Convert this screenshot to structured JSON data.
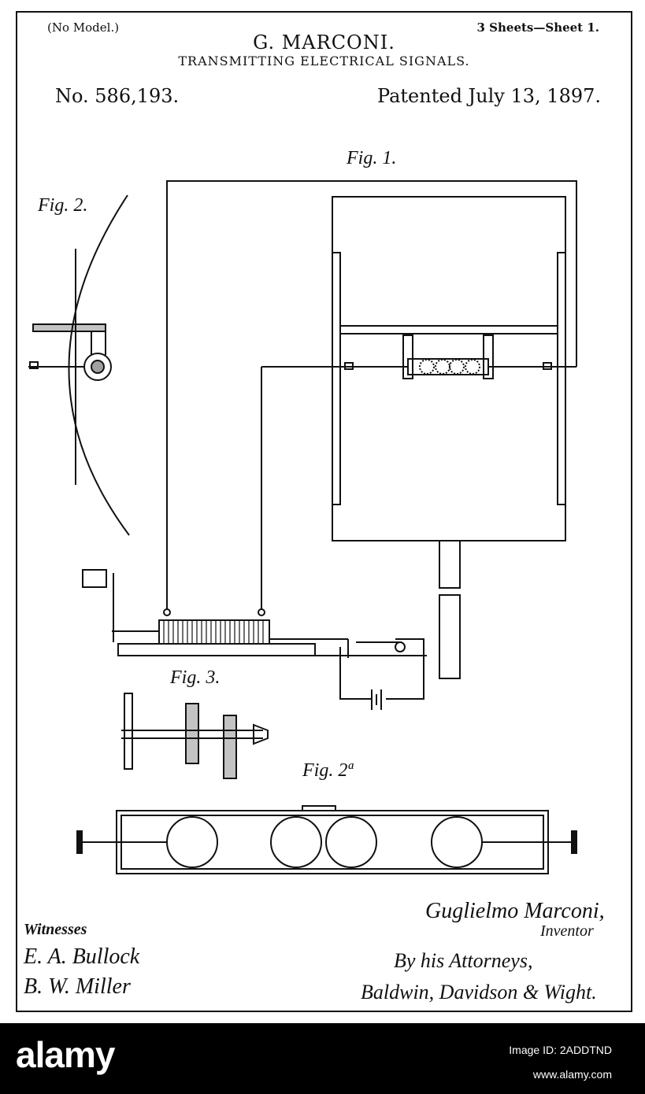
{
  "header": {
    "no_model": "(No Model.)",
    "sheets": "3 Sheets—Sheet 1.",
    "inventor": "G. MARCONI.",
    "subject": "TRANSMITTING ELECTRICAL SIGNALS.",
    "patent_number": "No. 586,193.",
    "patent_date": "Patented July 13, 1897."
  },
  "figures": {
    "fig1": "Fig. 1.",
    "fig2": "Fig. 2.",
    "fig3": "Fig. 3.",
    "fig2a": "Fig. 2ª"
  },
  "signatures": {
    "witnesses_label": "Witnesses",
    "witness_1": "E. A. Bullock",
    "witness_2": "B. W. Miller",
    "inventor_signature": "Guglielmo Marconi,",
    "inventor_role": "Inventor",
    "by_attorneys": "By his Attorneys,",
    "attorneys": "Baldwin, Davidson & Wight."
  },
  "footer": {
    "brand": "alamy",
    "image_id": "Image ID: 2ADDTND",
    "site": "www.alamy.com"
  },
  "colors": {
    "ink": "#111111",
    "paper": "#ffffff",
    "footer_bg": "#000000"
  }
}
